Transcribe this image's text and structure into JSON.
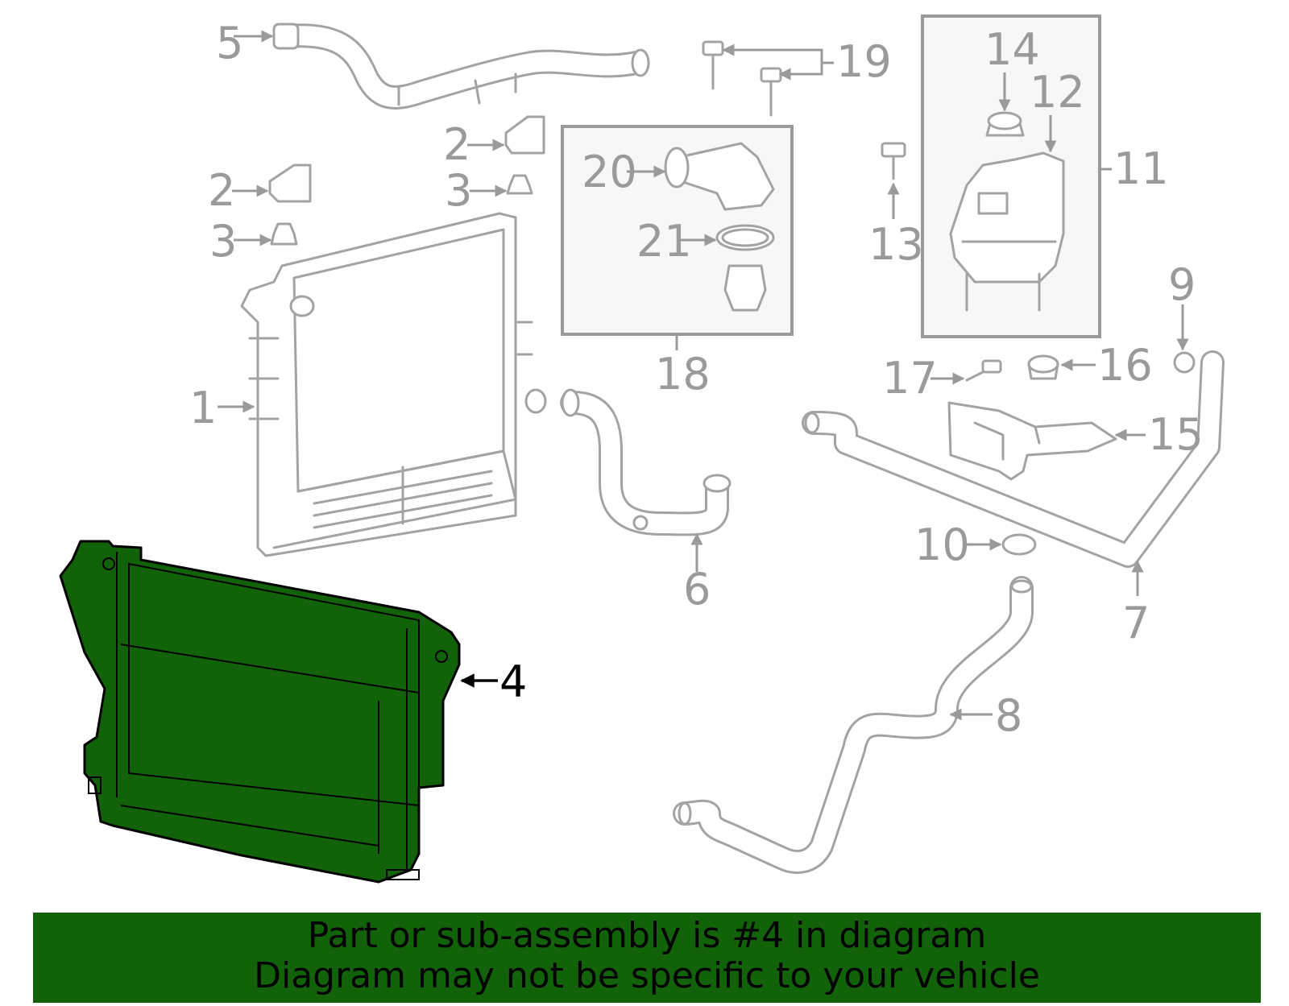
{
  "diagram": {
    "highlighted_part": "4",
    "highlight_color": "#12620a",
    "part_color": "#a3a3a3",
    "callouts": [
      {
        "id": "c1",
        "label": "1"
      },
      {
        "id": "c2a",
        "label": "2"
      },
      {
        "id": "c2b",
        "label": "2"
      },
      {
        "id": "c3a",
        "label": "3"
      },
      {
        "id": "c3b",
        "label": "3"
      },
      {
        "id": "c4",
        "label": "4"
      },
      {
        "id": "c5",
        "label": "5"
      },
      {
        "id": "c6",
        "label": "6"
      },
      {
        "id": "c7",
        "label": "7"
      },
      {
        "id": "c8",
        "label": "8"
      },
      {
        "id": "c9",
        "label": "9"
      },
      {
        "id": "c10",
        "label": "10"
      },
      {
        "id": "c11",
        "label": "11"
      },
      {
        "id": "c12",
        "label": "12"
      },
      {
        "id": "c13",
        "label": "13"
      },
      {
        "id": "c14",
        "label": "14"
      },
      {
        "id": "c15",
        "label": "15"
      },
      {
        "id": "c16",
        "label": "16"
      },
      {
        "id": "c17",
        "label": "17"
      },
      {
        "id": "c18",
        "label": "18"
      },
      {
        "id": "c19",
        "label": "19"
      },
      {
        "id": "c20",
        "label": "20"
      },
      {
        "id": "c21",
        "label": "21"
      }
    ]
  },
  "banner": {
    "line1": "Part or sub-assembly is #4 in diagram",
    "line2": "Diagram may not be specific to your vehicle",
    "background": "#12620a"
  }
}
